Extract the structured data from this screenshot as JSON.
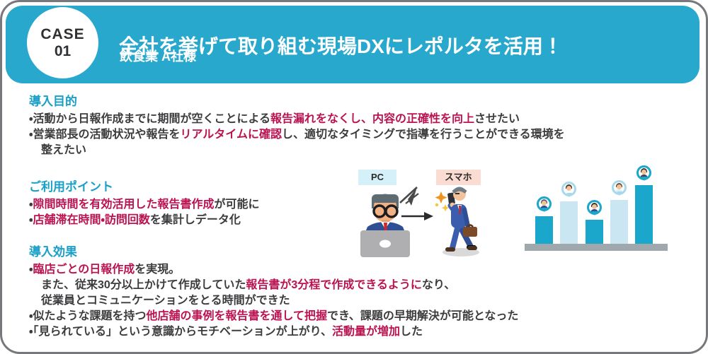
{
  "header": {
    "case_label": "CASE",
    "case_number": "01",
    "title": "全社を挙げて取り組む現場DXにレポルタを活用！",
    "subtitle": "飲食業 A社様"
  },
  "colors": {
    "header_bg": "#29a8ce",
    "heading_teal": "#1a9fc6",
    "accent_red": "#bb1250",
    "body_text": "#3c3c3e",
    "bar_dark": "#1ba6cc",
    "bar_light": "#c9e6f2"
  },
  "sections": [
    {
      "heading": "導入目的",
      "lines": [
        {
          "segments": [
            {
              "t": "・活動から日報作成までに期間が空くことによる"
            },
            {
              "t": "報告漏れをなくし、内容の正確性を向上",
              "accent": true
            },
            {
              "t": "させたい"
            }
          ]
        },
        {
          "segments": [
            {
              "t": "・営業部長の活動状況や報告を"
            },
            {
              "t": "リアルタイムに確認",
              "accent": true
            },
            {
              "t": "し、適切なタイミングで指導を行うことができる環境を"
            }
          ]
        },
        {
          "indent": true,
          "segments": [
            {
              "t": "整えたい"
            }
          ]
        }
      ]
    },
    {
      "heading": "ご利用ポイント",
      "lines": [
        {
          "segments": [
            {
              "t": "・"
            },
            {
              "t": "隙間時間を有効活用した報告書作成",
              "accent": true
            },
            {
              "t": "が可能に"
            }
          ]
        },
        {
          "segments": [
            {
              "t": "・"
            },
            {
              "t": "店舗滞在時間・訪問回数",
              "accent": true
            },
            {
              "t": "を集計しデータ化"
            }
          ]
        }
      ]
    },
    {
      "heading": "導入効果",
      "lines": [
        {
          "segments": [
            {
              "t": "・"
            },
            {
              "t": "臨店ごとの日報作成",
              "accent": true
            },
            {
              "t": "を実現。"
            }
          ]
        },
        {
          "indent": true,
          "segments": [
            {
              "t": "また、従来30分以上かけて作成していた"
            },
            {
              "t": "報告書が3分程で作成できるように",
              "accent": true
            },
            {
              "t": "なり、"
            }
          ]
        },
        {
          "indent": true,
          "segments": [
            {
              "t": "従業員とコミュニケーションをとる時間ができた"
            }
          ]
        },
        {
          "segments": [
            {
              "t": "・似たような課題を持つ"
            },
            {
              "t": "他店舗の事例を報告書を通して把握",
              "accent": true
            },
            {
              "t": "でき、課題の早期解決が可能となった"
            }
          ]
        },
        {
          "segments": [
            {
              "t": "・「見られている」という意識からモチベーションが上がり、"
            },
            {
              "t": "活動量が増加",
              "accent": true
            },
            {
              "t": "した"
            }
          ]
        }
      ]
    }
  ],
  "illustration": {
    "pc_label": "PC",
    "phone_label": "スマホ",
    "chart": {
      "bars": [
        {
          "height": 39,
          "shade": "dark",
          "avatar": {
            "hair": "#5b6670",
            "top": "#2e4f93"
          }
        },
        {
          "height": 60,
          "shade": "light",
          "avatar": {
            "hair": "#4a332a",
            "top": "#ffffff"
          }
        },
        {
          "height": 34,
          "shade": "dark",
          "avatar": {
            "hair": "#33302e",
            "top": "#2e4f93"
          }
        },
        {
          "height": 62,
          "shade": "light",
          "avatar": {
            "hair": "#6e4e37",
            "top": "#dceff7"
          }
        },
        {
          "height": 83,
          "shade": "dark",
          "avatar": {
            "hair": "#3a3a3a",
            "top": "#3e4a5a"
          }
        }
      ],
      "ring_dark": "#1ba6cc",
      "ring_light": "#a7d9ec"
    }
  }
}
